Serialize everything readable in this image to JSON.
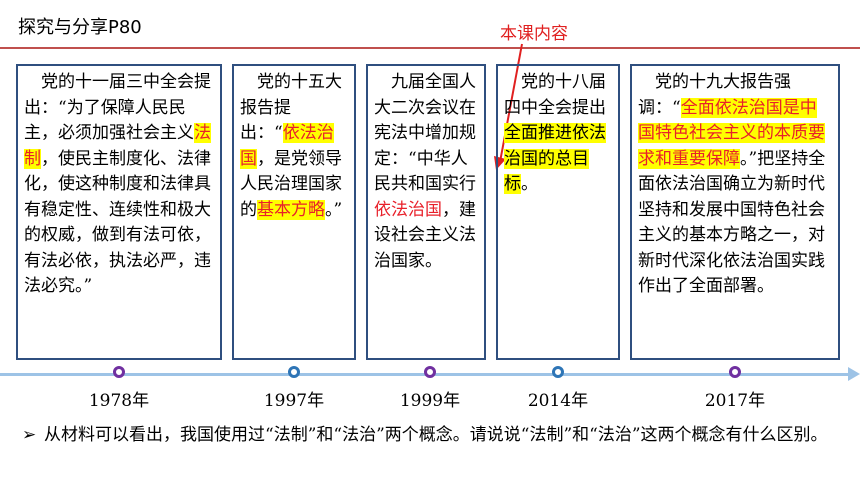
{
  "header": {
    "title": "探究与分享P80"
  },
  "callout": {
    "label": "本课内容"
  },
  "cards": [
    {
      "parts": [
        {
          "t": "　党的十一届三中全会提出：“为了保障人民民主，必须加强社会主义",
          "s": ""
        },
        {
          "t": "法制",
          "s": "hl-red"
        },
        {
          "t": "，使民主制度化、法律化，使这种制度和法律具有稳定性、连续性和极大的权威，做到有法可依，有法必依，执法必严，违法必究。”",
          "s": ""
        }
      ]
    },
    {
      "parts": [
        {
          "t": "　党的十五大报告提出：“",
          "s": ""
        },
        {
          "t": "依法治国",
          "s": "hl-red"
        },
        {
          "t": "，是党领导人民治理国家的",
          "s": ""
        },
        {
          "t": "基本方略",
          "s": "hl-red"
        },
        {
          "t": "。”",
          "s": ""
        }
      ]
    },
    {
      "parts": [
        {
          "t": "　九届全国人大二次会议在宪法中增加规定：“中华人民共和国实行",
          "s": ""
        },
        {
          "t": "依法治国",
          "s": "red"
        },
        {
          "t": "，建设社会主义法治国家。",
          "s": ""
        }
      ]
    },
    {
      "parts": [
        {
          "t": "　党的十八届四中全会提出",
          "s": ""
        },
        {
          "t": "全面推进依法治国的总目标",
          "s": "hl"
        },
        {
          "t": "。",
          "s": ""
        }
      ]
    },
    {
      "parts": [
        {
          "t": "　党的十九大报告强调：“",
          "s": ""
        },
        {
          "t": "全面依法治国是中国特色社会主义的本质要求和重要保障",
          "s": "hl-red"
        },
        {
          "t": "。”把坚持全面依法治国确立为新时代坚持和发展中国特色社会主义的基本方略之一，对新时代深化依法治国实践作出了全面部署。",
          "s": ""
        }
      ]
    }
  ],
  "timeline": {
    "years": [
      "1978年",
      "1997年",
      "1999年",
      "2014年",
      "2017年"
    ]
  },
  "question": {
    "bullet": "➢",
    "text": "从材料可以看出，我国使用过“法制”和“法治”两个概念。请说说“法制”和“法治”这两个概念有什么区别。"
  },
  "colors": {
    "accent_red": "#e02020",
    "highlight": "#ffff00",
    "border": "#2f4f7f",
    "timeline": "#9dc3e6"
  }
}
